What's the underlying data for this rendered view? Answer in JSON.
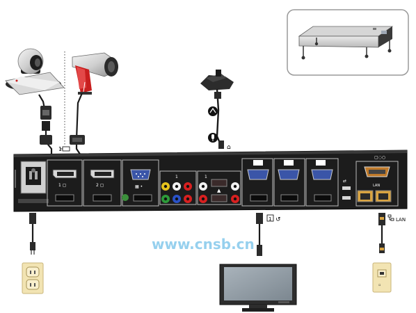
{
  "labels": {
    "camera_cable_number": "1",
    "display_cable_number": "1",
    "lan_label": "LAN",
    "watermark": "www.cnsb.cn",
    "panel_ports": {
      "audio_out": "1",
      "audio_in": "1",
      "lan_port": "LAN"
    }
  },
  "colors": {
    "background": "#ffffff",
    "panel_body": "#1a1a1a",
    "port_silver": "#c8c8c8",
    "hdmi_black": "#0e0e0e",
    "vga_blue": "#3a55a8",
    "watermark": "#3fa9e0",
    "monitor_bezel": "#2d2d2d",
    "monitor_screen": "#8f9aa3",
    "outlet_beige": "#f2e4b3",
    "camera_accent": "#c81e1e"
  },
  "icons": [
    "power-plug-icon",
    "hdmi-icon",
    "displayport-icon",
    "vga-icon",
    "network-icon",
    "microphone-icon",
    "usb-icon"
  ]
}
